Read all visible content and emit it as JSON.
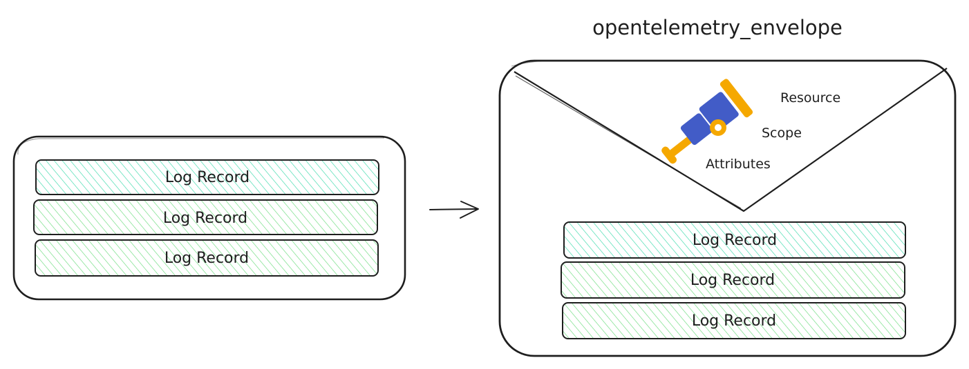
{
  "envelope": {
    "title": "opentelemetry_envelope",
    "labels": {
      "resource": "Resource",
      "scope": "Scope",
      "attributes": "Attributes"
    },
    "logo": "opentelemetry-telescope-logo"
  },
  "source_batch": {
    "records": [
      "Log Record",
      "Log Record",
      "Log Record"
    ]
  },
  "envelope_batch": {
    "records": [
      "Log Record",
      "Log Record",
      "Log Record"
    ]
  },
  "arrow": "right-arrow-icon",
  "colors": {
    "stroke": "#1e1e1e",
    "hatch_teal": "#38d9a9",
    "hatch_green": "#69db7c",
    "logo_blue": "#425cc7",
    "logo_yellow": "#f5a800"
  }
}
